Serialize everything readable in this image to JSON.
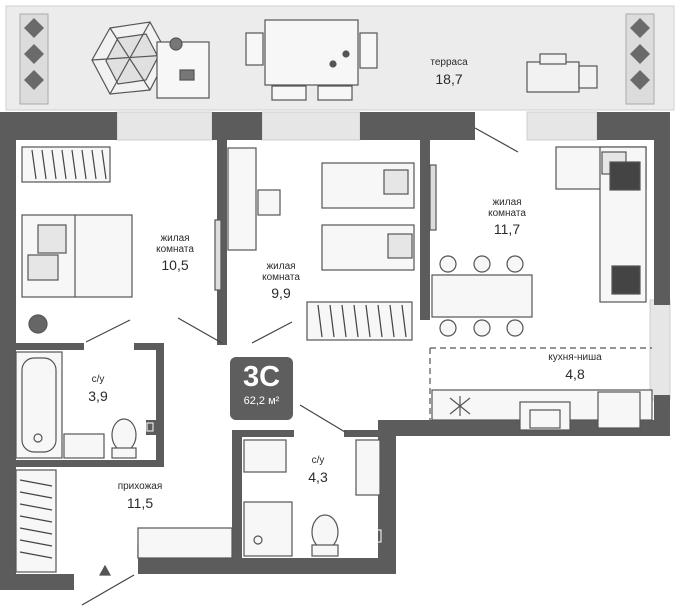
{
  "apartment": {
    "type_code": "3С",
    "total_area": "62,2 м²"
  },
  "rooms": {
    "terrace": {
      "name": "терраса",
      "area": "18,7"
    },
    "living_left": {
      "name": "жилая\nкомната",
      "area": "10,5"
    },
    "living_middle": {
      "name": "жилая\nкомната",
      "area": "9,9"
    },
    "living_right": {
      "name": "жилая\nкомната",
      "area": "11,7"
    },
    "kitchen": {
      "name": "кухня-ниша",
      "area": "4,8"
    },
    "bathroom_left": {
      "name": "с/у",
      "area": "3,9"
    },
    "bathroom_middle": {
      "name": "с/у",
      "area": "4,3"
    },
    "hallway": {
      "name": "прихожая",
      "area": "11,5"
    }
  },
  "colors": {
    "wall": "#5c5c5c",
    "terrace_floor": "#ececec",
    "room_floor": "#ffffff",
    "furniture_stroke": "#555555",
    "furniture_fill": "#f2f2f2",
    "plant": "#6a6a6a",
    "glass": "#d7d7d7"
  }
}
